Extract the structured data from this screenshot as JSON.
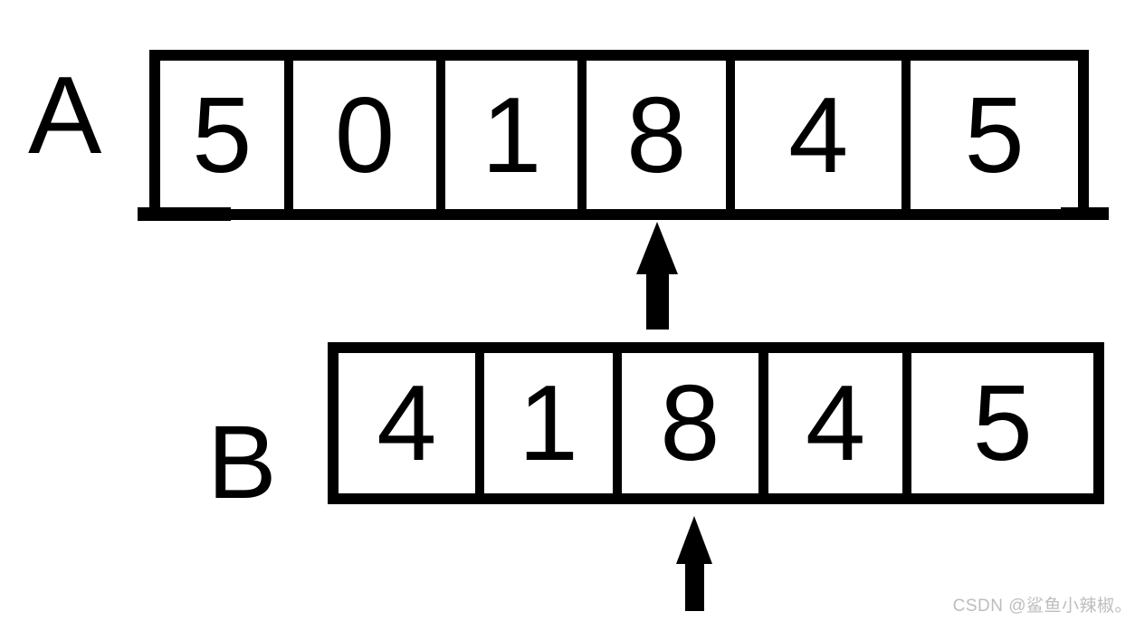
{
  "arrays": [
    {
      "label": "A",
      "cells": [
        "5",
        "0",
        "1",
        "8",
        "4",
        "5"
      ],
      "pointer_cell_index": 3,
      "pointer_value": "8"
    },
    {
      "label": "B",
      "cells": [
        "4",
        "1",
        "8",
        "4",
        "5"
      ],
      "pointer_cell_index": 2,
      "pointer_value": "8"
    }
  ],
  "icons": {
    "pointer_a": "up-arrow",
    "pointer_b": "up-arrow"
  },
  "watermark": {
    "text": "CSDN @鲨鱼小辣椒。"
  },
  "colors": {
    "ink": "#000000",
    "background": "#ffffff",
    "watermark_text": "#bdbdbd"
  }
}
